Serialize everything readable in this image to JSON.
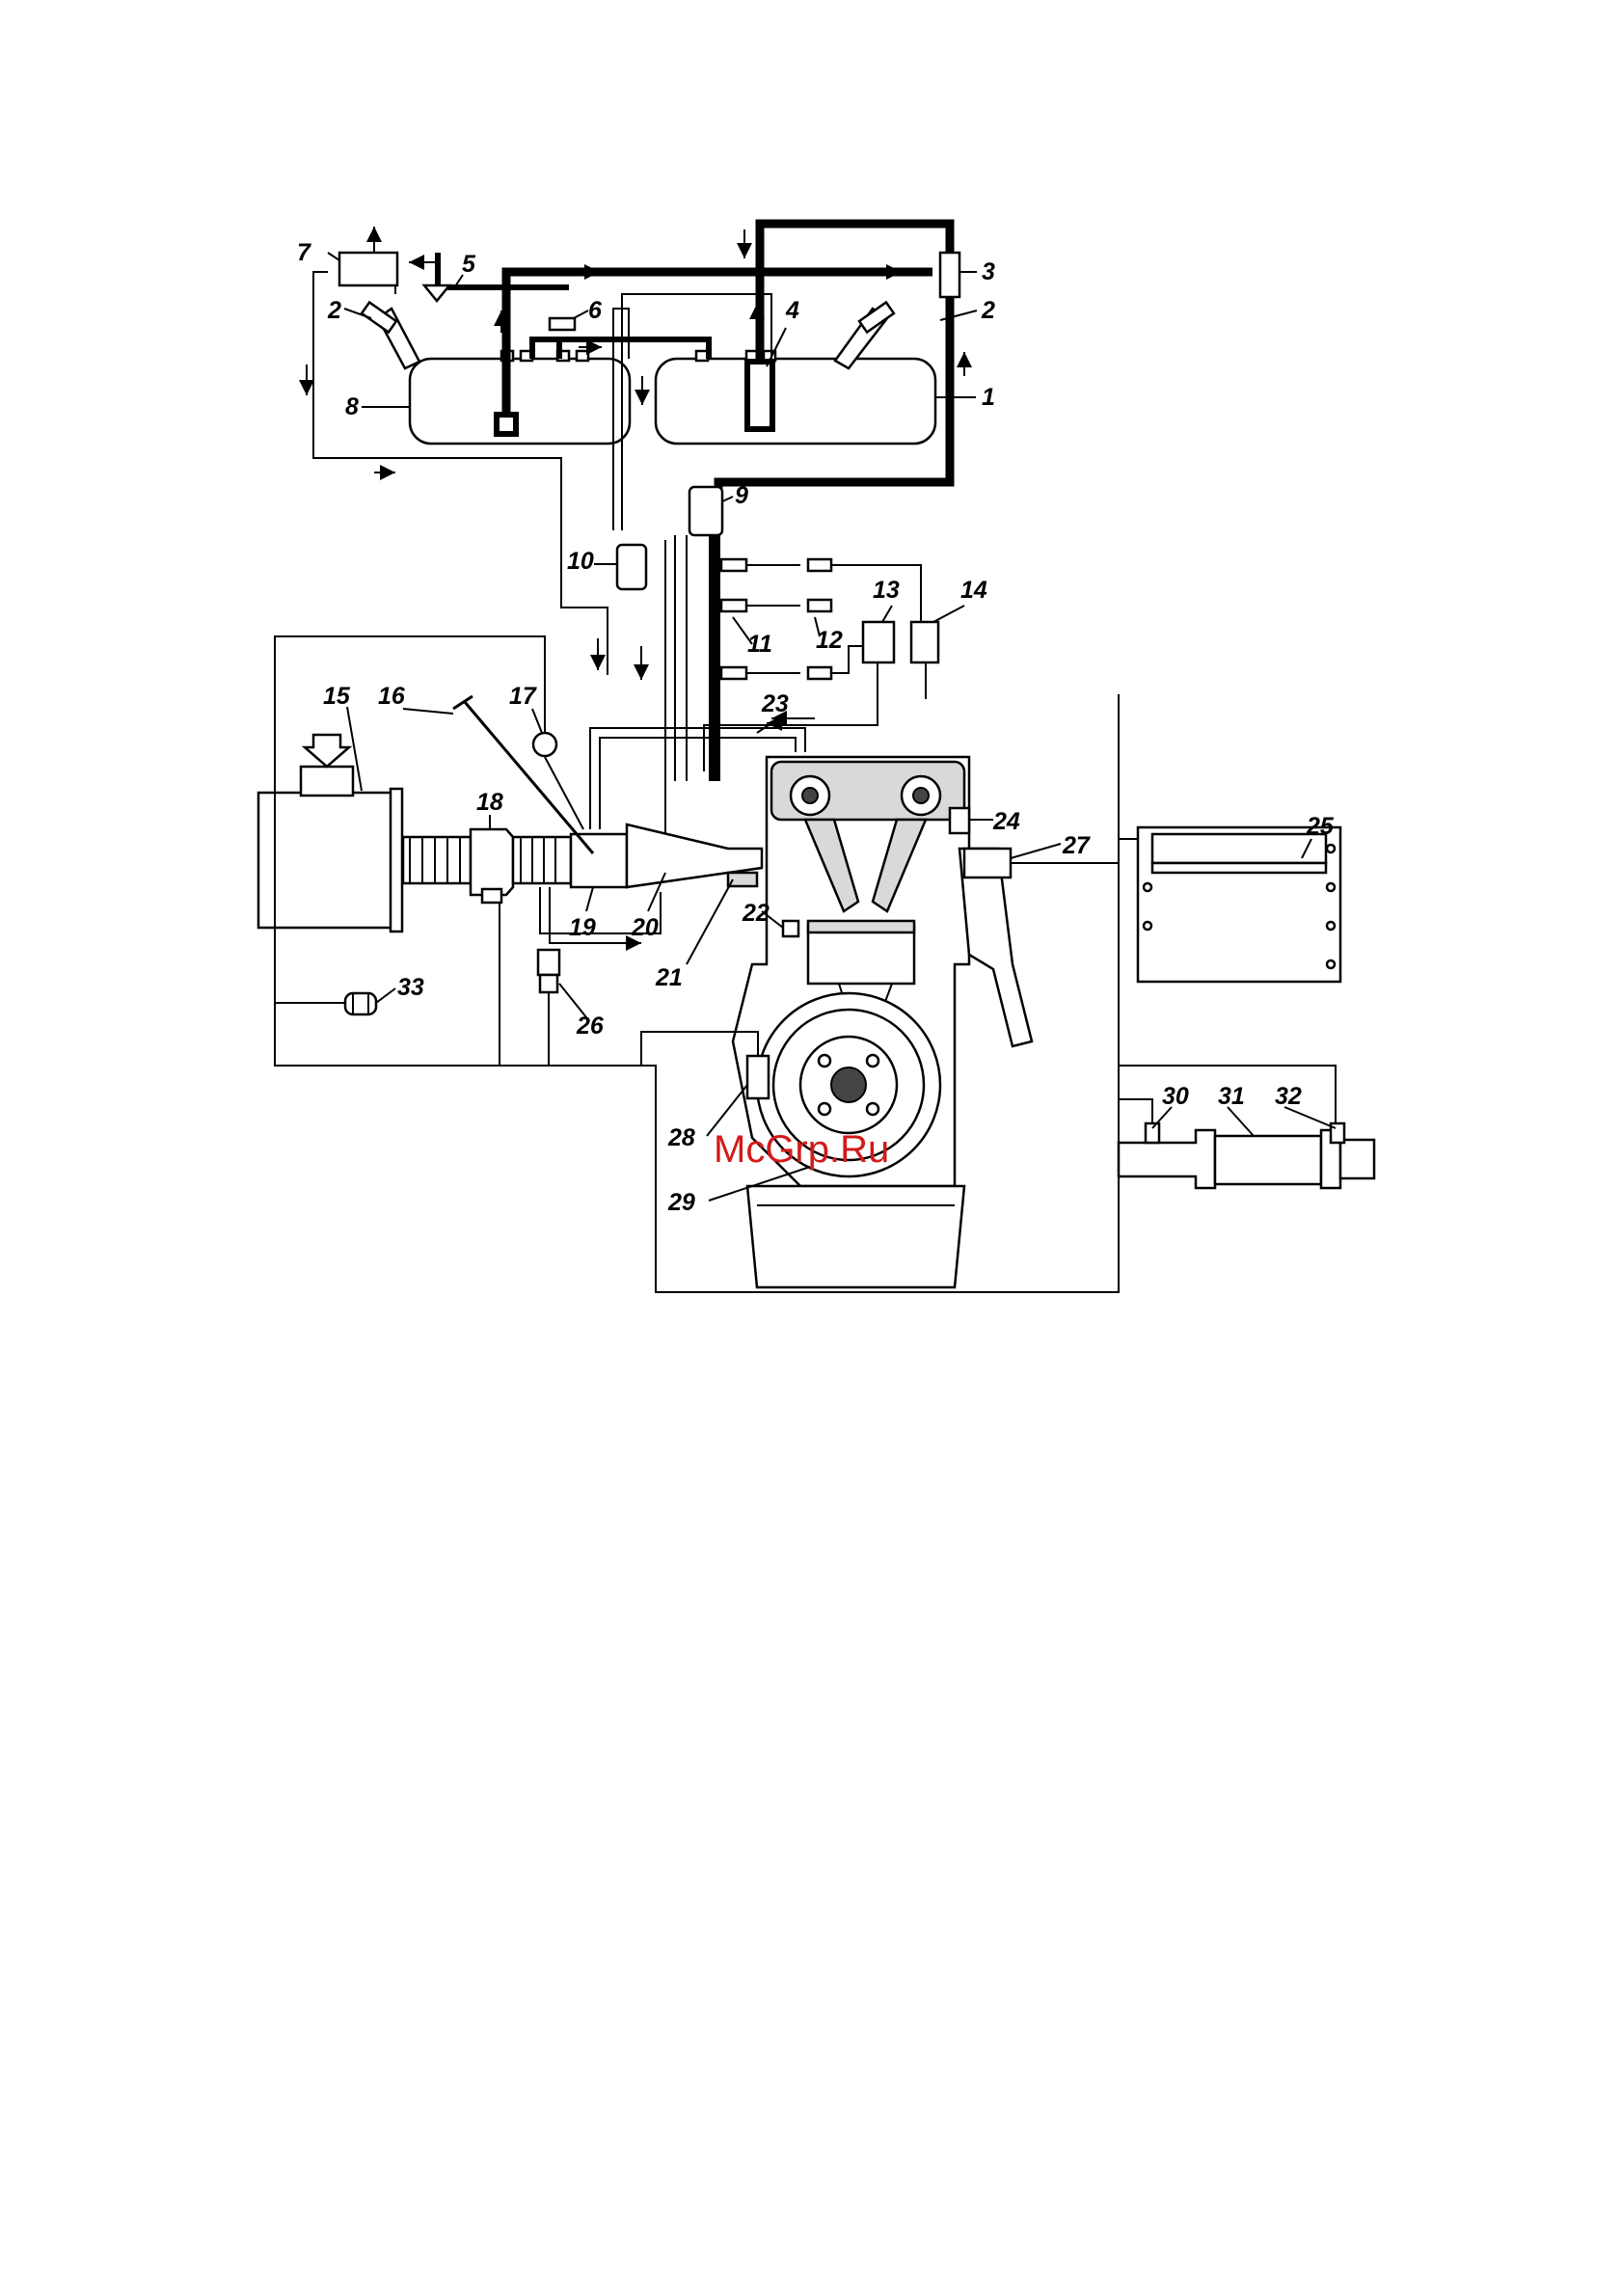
{
  "callouts": [
    "1",
    "2",
    "3",
    "4",
    "5",
    "6",
    "7",
    "8",
    "9",
    "10",
    "11",
    "12",
    "13",
    "14",
    "15",
    "16",
    "17",
    "18",
    "19",
    "20",
    "21",
    "22",
    "23",
    "24",
    "25",
    "26",
    "27",
    "28",
    "29",
    "30",
    "31",
    "32",
    "33"
  ],
  "callout_2_second": "2",
  "watermark": "McGrp.Ru",
  "colors": {
    "line": "#000000",
    "background": "#ffffff",
    "watermark": "#d21a1a",
    "shade": "#d9d9d9"
  }
}
